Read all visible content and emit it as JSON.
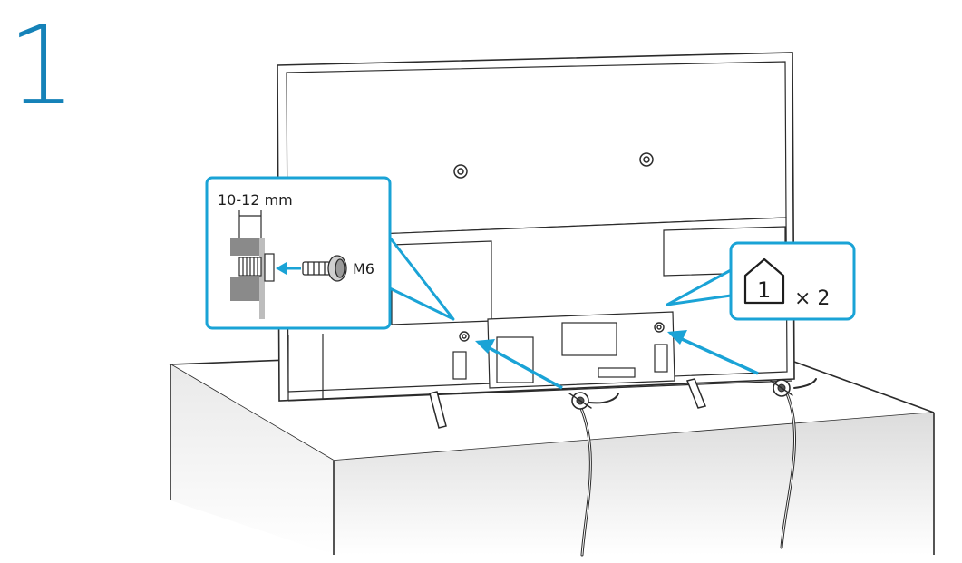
{
  "step": {
    "number": "1"
  },
  "callout_screw": {
    "length_label": "10-12 mm",
    "screw_label": "M6"
  },
  "callout_parts": {
    "part_number": "1",
    "quantity_label": "× 2"
  },
  "colors": {
    "accent": "#1aa3d6",
    "step_number": "#1582b8",
    "line": "#2b2b2b",
    "shade": "#8a8a8a"
  },
  "icons": [
    "screw-icon",
    "mount-hole-icon",
    "part-bag-icon",
    "arrow-icon",
    "wall-strap-icon"
  ]
}
